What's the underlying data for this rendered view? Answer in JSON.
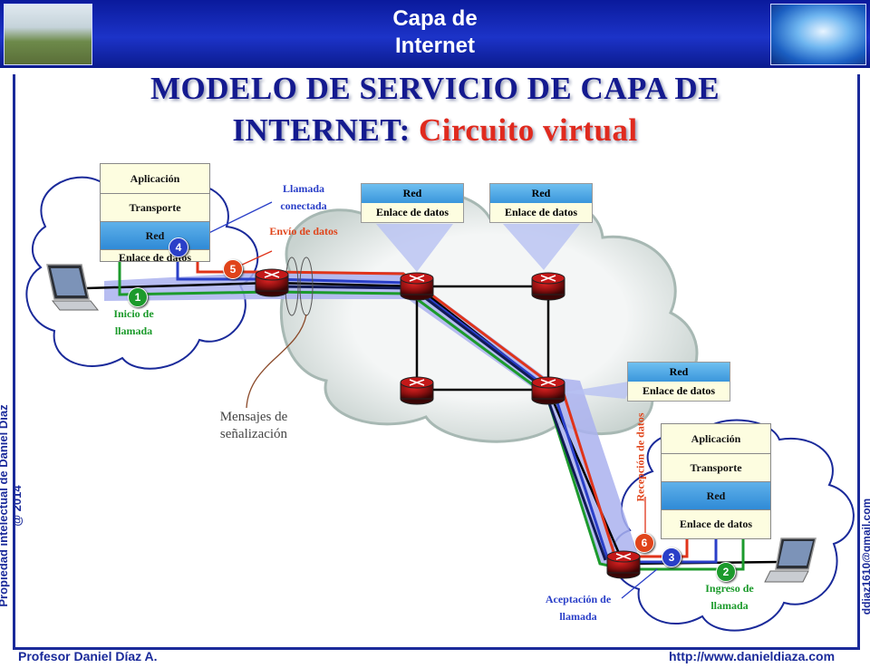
{
  "header": {
    "title_line1": "Capa de",
    "title_line2": "Internet"
  },
  "title": {
    "line1": "MODELO DE SERVICIO DE CAPA DE",
    "line2_prefix": "INTERNET:",
    "line2_highlight": "Circuito virtual"
  },
  "left_stack": [
    "Aplicación",
    "Transporte",
    "Red",
    "Enlace de datos"
  ],
  "right_stack": [
    "Aplicación",
    "Transporte",
    "Red",
    "Enlace de datos"
  ],
  "router_tables": [
    {
      "red": "Red",
      "enlace": "Enlace de datos"
    },
    {
      "red": "Red",
      "enlace": "Enlace de datos"
    },
    {
      "red": "Red",
      "enlace": "Enlace de datos"
    }
  ],
  "labels": {
    "llamada_conectada": "Llamada conectada",
    "envio_datos": "Envío de datos",
    "inicio_llamada": "Inicio de llamada",
    "mensajes_senalizacion": "Mensajes de señalización",
    "recepcion_datos": "Recepción de datos",
    "aceptacion_llamada": "Aceptación de llamada",
    "ingreso_llamada": "Ingreso de llamada"
  },
  "badges": [
    "1",
    "2",
    "3",
    "4",
    "5",
    "6"
  ],
  "footer": {
    "author": "Profesor Daniel Díaz A.",
    "url": "http://www.danieldiaza.com",
    "side_left": "Propiedad intelectual de Daniel Díaz @ 2014",
    "side_right": "ddiaz1610@gmail.com"
  },
  "colors": {
    "brand_blue": "#1a2a9a",
    "title_red": "#e02a1e",
    "path_red": "#e0341a",
    "path_blue": "#2a3fc8",
    "path_green": "#1c9a2c"
  }
}
